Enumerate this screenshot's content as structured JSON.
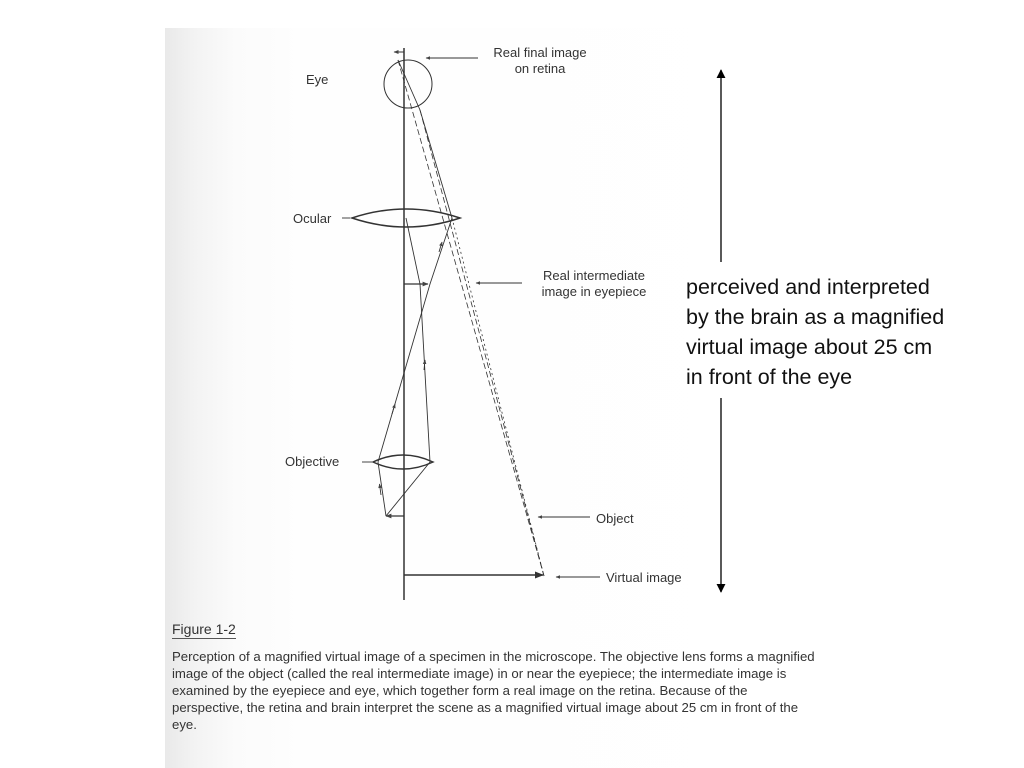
{
  "labels": {
    "eye": "Eye",
    "real_final_image_line1": "Real final image",
    "real_final_image_line2": "on retina",
    "ocular": "Ocular",
    "real_intermediate_line1": "Real intermediate",
    "real_intermediate_line2": "image in eyepiece",
    "objective": "Objective",
    "object": "Object",
    "virtual_image": "Virtual image"
  },
  "figure": {
    "title": "Figure 1-2",
    "caption": "Perception of a magnified virtual image of a specimen in the microscope. The objective lens forms a magnified image of the object (called the real intermediate image) in or near the eyepiece; the intermediate image is examined by the eyepiece and eye, which together form a real image on the retina. Because of the perspective, the retina and brain interpret the scene as a magnified virtual image about 25 cm in front of the eye."
  },
  "annotation": {
    "line1": "perceived and interpreted",
    "line2": "by the brain as a magnified",
    "line3": "virtual image about 25 cm",
    "line4": "in front of the eye"
  },
  "colors": {
    "ink": "#333333",
    "annotation_ink": "#111111",
    "scan_shadow": "#e9e9e9"
  }
}
